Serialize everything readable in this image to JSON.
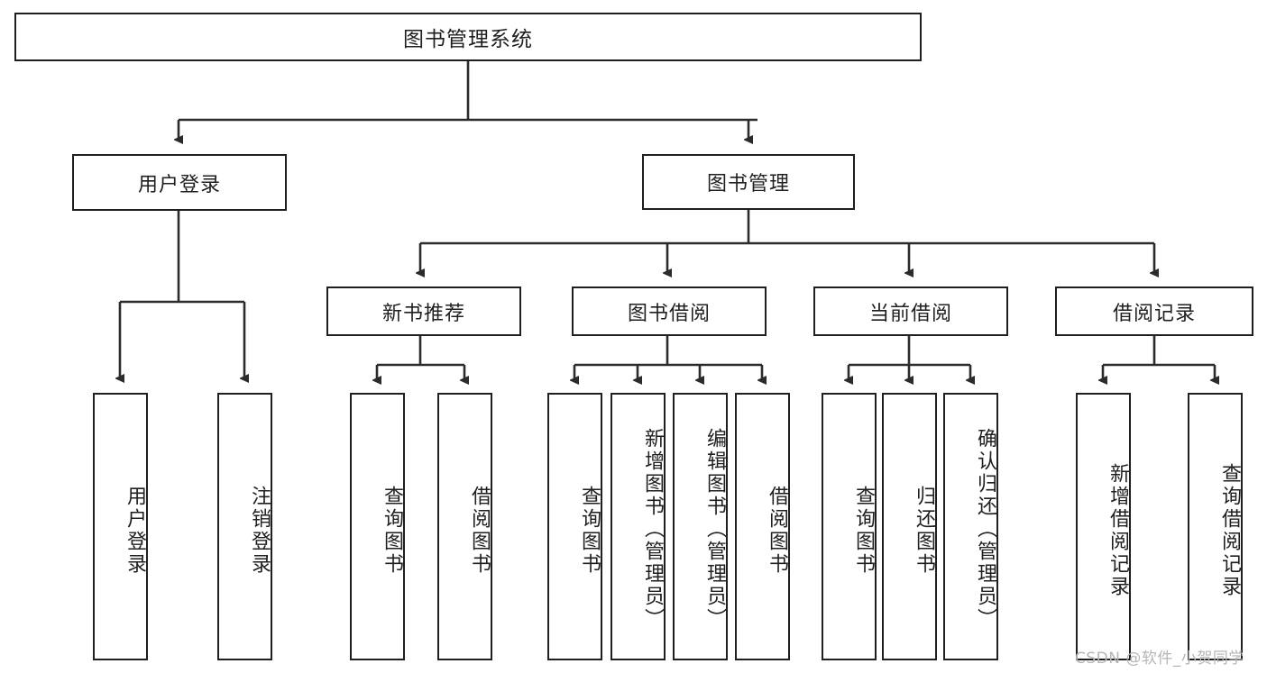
{
  "diagram": {
    "type": "tree-hierarchy",
    "title": "图书管理系统",
    "root": {
      "label": "图书管理系统"
    },
    "level2": [
      {
        "label": "用户登录"
      },
      {
        "label": "图书管理"
      }
    ],
    "level3": [
      {
        "label": "新书推荐"
      },
      {
        "label": "图书借阅"
      },
      {
        "label": "当前借阅"
      },
      {
        "label": "借阅记录"
      }
    ],
    "leaves": {
      "user_login": [
        {
          "label": "用户登录"
        },
        {
          "label": "注销登录"
        }
      ],
      "new_book_recommend": [
        {
          "label": "查询图书"
        },
        {
          "label": "借阅图书"
        }
      ],
      "book_borrow": [
        {
          "label": "查询图书"
        },
        {
          "label": "新增图书（管理员）"
        },
        {
          "label": "编辑图书（管理员）"
        },
        {
          "label": "借阅图书"
        }
      ],
      "current_borrow": [
        {
          "label": "查询图书"
        },
        {
          "label": "归还图书"
        },
        {
          "label": "确认归还（管理员）"
        }
      ],
      "borrow_record": [
        {
          "label": "新增借阅记录"
        },
        {
          "label": "查询借阅记录"
        }
      ]
    },
    "watermark": "CSDN @软件_小贺同学",
    "colors": {
      "stroke": "#1f1f1f",
      "fill": "#ffffff",
      "text": "#1f1f1f",
      "watermark": "#b5b5b5"
    }
  }
}
